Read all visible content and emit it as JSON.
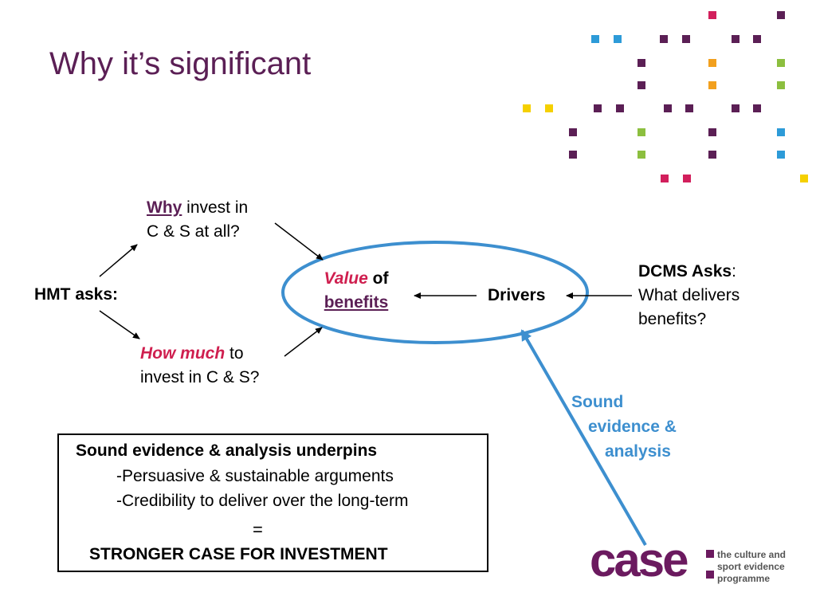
{
  "title": "Why it’s significant",
  "decor_colors": {
    "purple": "#5b1f55",
    "pink": "#d21f5c",
    "orange": "#f2a01e",
    "green": "#8cbf3f",
    "blue": "#2d9bd8",
    "yellow": "#f5d000"
  },
  "diagram": {
    "hmt": "HMT asks:",
    "why_word": "Why",
    "why_rest": " invest in",
    "why_line2": "C & S at all?",
    "howmuch_word": "How much",
    "howmuch_rest": " to",
    "howmuch_line2": "invest in C & S?",
    "value_word": "Value",
    "value_of": " of",
    "benefits": "benefits",
    "drivers": "Drivers",
    "dcms_word": "DCMS Asks",
    "dcms_colon": ":",
    "dcms_line2": "What delivers",
    "dcms_line3": "benefits?",
    "sound_line1": "Sound",
    "sound_line2": "evidence &",
    "sound_line3": "analysis"
  },
  "box": {
    "line1": "Sound evidence & analysis underpins",
    "line2": "-Persuasive & sustainable arguments",
    "line3": "-Credibility to deliver over the long-term",
    "equals": "=",
    "line5": "STRONGER CASE FOR INVESTMENT"
  },
  "logo": {
    "word": "case",
    "tag1": "the culture and",
    "tag2": "sport evidence",
    "tag3": "programme"
  }
}
